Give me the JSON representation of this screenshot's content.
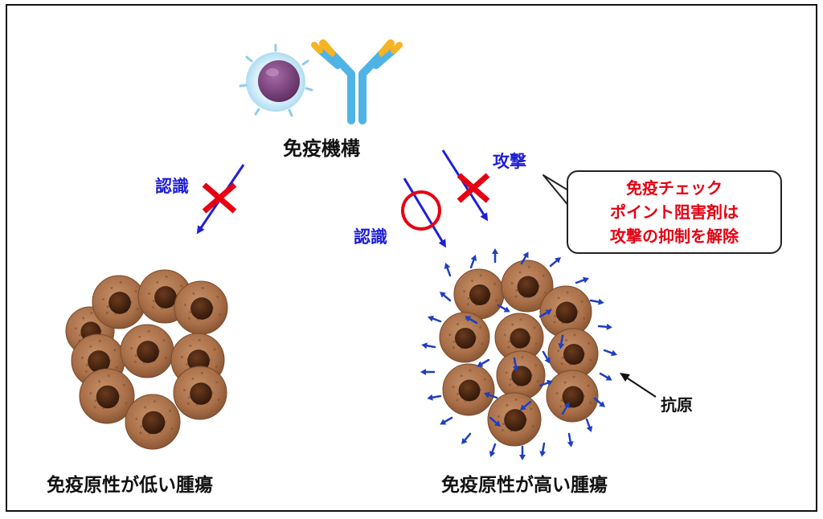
{
  "header": {
    "title": "免疫機構"
  },
  "left": {
    "recognition_label": "認識",
    "caption": "免疫原性が低い腫瘍"
  },
  "right": {
    "recognition_label": "認識",
    "attack_label": "攻撃",
    "antigen_label": "抗原",
    "caption": "免疫原性が高い腫瘍"
  },
  "callout": {
    "lines": [
      "免疫チェック",
      "ポイント阻害剤は",
      "攻撃の抑制を解除"
    ]
  },
  "colors": {
    "border": "#111111",
    "arrow": "#1f1fd6",
    "cross": "#e60012",
    "callout_text": "#e60012",
    "cell_body": "#b07a52",
    "cell_nucleus": "#4a2812",
    "antibody": "#4fb3e6",
    "antibody_tip": "#f6b323",
    "immune_cell": "#7a3d7a",
    "antigen_marker": "#1f3fbf"
  },
  "icons": {
    "immune_cell": "immune-cell-icon",
    "antibody": "antibody-icon",
    "cross": "cross-mark-icon",
    "circle": "circle-mark-icon"
  }
}
